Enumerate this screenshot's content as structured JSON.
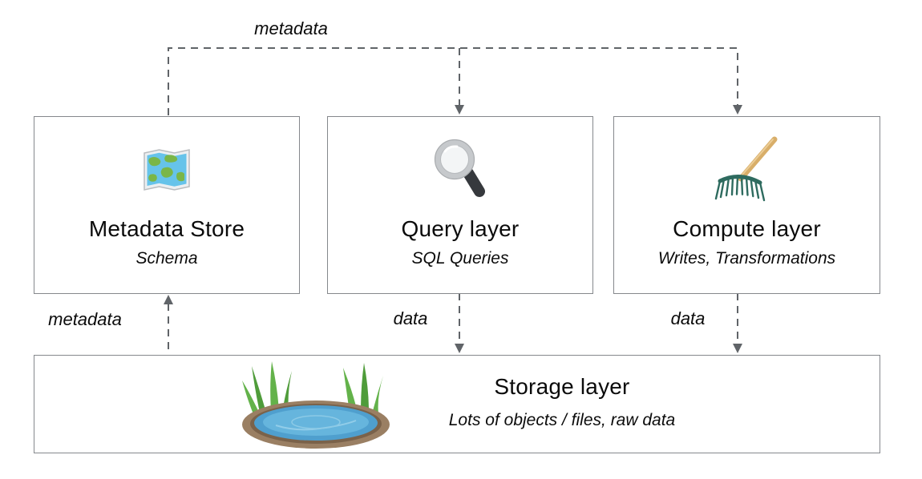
{
  "diagram": {
    "nodes": {
      "metadata_store": {
        "title": "Metadata Store",
        "subtitle": "Schema",
        "icon": "world-map-icon"
      },
      "query_layer": {
        "title": "Query layer",
        "subtitle": "SQL Queries",
        "icon": "magnifying-glass-icon"
      },
      "compute_layer": {
        "title": "Compute layer",
        "subtitle": "Writes, Transformations",
        "icon": "rake-icon"
      },
      "storage_layer": {
        "title": "Storage layer",
        "subtitle": "Lots of objects / files, raw data",
        "icon": "pond-icon"
      }
    },
    "edge_labels": {
      "metadata_top": "metadata",
      "metadata_left": "metadata",
      "query_data": "data",
      "compute_data": "data"
    },
    "colors": {
      "box_border": "#85888c",
      "arrow": "#606468",
      "text": "#0b0b0b",
      "background": "#ffffff"
    }
  }
}
